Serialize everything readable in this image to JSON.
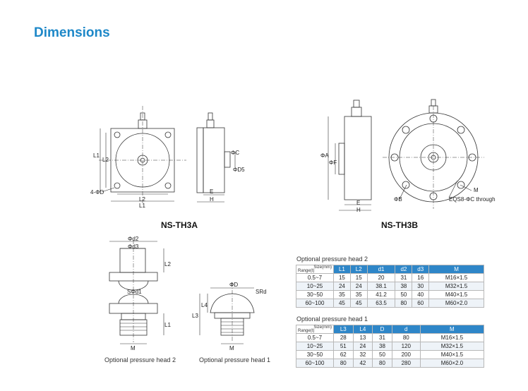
{
  "title": "Dimensions",
  "models": {
    "a": "NS-TH3A",
    "b": "NS-TH3B"
  },
  "labels": {
    "l1": "L1",
    "l2": "L2",
    "d4": "4-ΦD",
    "e": "E",
    "h": "H",
    "phic": "ΦC",
    "phid5": "ΦD5",
    "phia": "ΦA",
    "phif": "ΦF",
    "phib": "ΦB",
    "m": "M",
    "eqs": "EQS8-ΦC through",
    "phid2": "Φd2",
    "phid3": "Φd3",
    "sdd1": "SΦd1",
    "phid": "ΦD",
    "srd": "SRd",
    "l3": "L3",
    "l4": "L4"
  },
  "head_captions": {
    "head2": "Optional pressure head 2",
    "head1": "Optional pressure head 1"
  },
  "table1": {
    "caption": "Optional pressure head 2",
    "corner_size": "Size(mm)",
    "corner_range": "Range(t)",
    "headers": [
      "L1",
      "L2",
      "d1",
      "d2",
      "d3",
      "M"
    ],
    "rows": [
      [
        "0.5~7",
        "15",
        "15",
        "20",
        "31",
        "16",
        "M16×1.5"
      ],
      [
        "10~25",
        "24",
        "24",
        "38.1",
        "38",
        "30",
        "M32×1.5"
      ],
      [
        "30~50",
        "35",
        "35",
        "41.2",
        "50",
        "40",
        "M40×1.5"
      ],
      [
        "60~100",
        "45",
        "45",
        "63.5",
        "80",
        "60",
        "M60×2.0"
      ]
    ]
  },
  "table2": {
    "caption": "Optional pressure head 1",
    "corner_size": "Size(mm)",
    "corner_range": "Range(t)",
    "headers": [
      "L3",
      "L4",
      "D",
      "d",
      "M"
    ],
    "rows": [
      [
        "0.5~7",
        "28",
        "13",
        "31",
        "80",
        "M16×1.5"
      ],
      [
        "10~25",
        "51",
        "24",
        "38",
        "120",
        "M32×1.5"
      ],
      [
        "30~50",
        "62",
        "32",
        "50",
        "200",
        "M40×1.5"
      ],
      [
        "60~100",
        "80",
        "42",
        "80",
        "280",
        "M60×2.0"
      ]
    ]
  },
  "colors": {
    "title": "#1e88c8",
    "header": "#2e86c8"
  }
}
